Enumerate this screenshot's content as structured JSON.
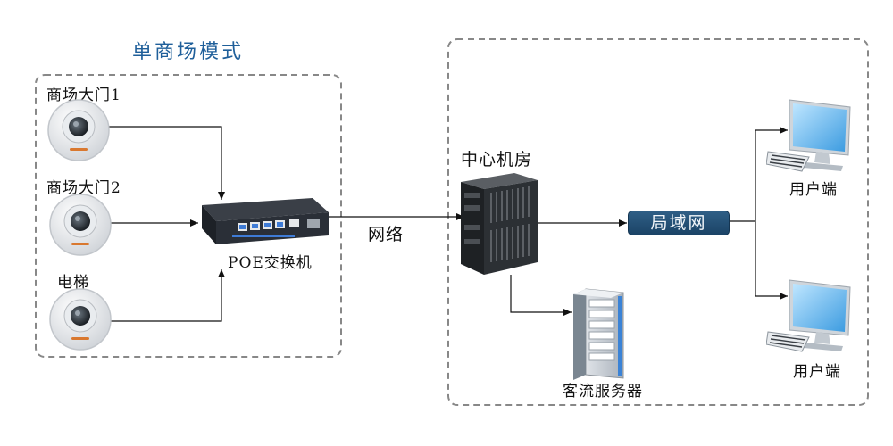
{
  "diagram": {
    "title": "单商场模式",
    "nodes": {
      "camera_1": "商场大门1",
      "camera_2": "商场大门2",
      "camera_3": "电梯",
      "switch": "POE交换机",
      "network_link": "网络",
      "center": "中心机房",
      "lan": "局域网",
      "server": "客流服务器",
      "client_1": "用户端",
      "client_2": "用户端"
    },
    "icons": {
      "camera": "dome-camera-icon",
      "switch": "poe-switch-icon",
      "rack": "server-rack-icon",
      "server": "tower-server-icon",
      "client": "desktop-computer-icon"
    },
    "colors": {
      "title": "#1f5f9a",
      "lan_box": "#1f4a70",
      "border": "#888888"
    }
  }
}
